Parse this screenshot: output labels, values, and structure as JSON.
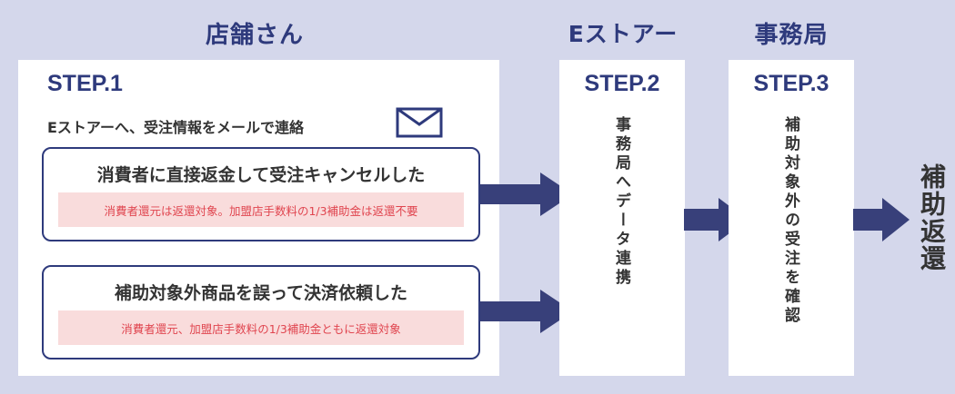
{
  "headers": {
    "store": "店舗さん",
    "estore": "Eストアー",
    "office": "事務局"
  },
  "step1": {
    "label": "STEP.1",
    "notice": "Eストアーへ、受注情報をメールで連絡",
    "mail_icon": "mail-icon",
    "case1": {
      "title": "消費者に直接返金して受注キャンセルした",
      "note": "消費者還元は返還対象。加盟店手数料の1/3補助金は返還不要"
    },
    "case2": {
      "title": "補助対象外商品を誤って決済依頼した",
      "note": "消費者還元、加盟店手数料の1/3補助金ともに返還対象"
    }
  },
  "step2": {
    "label": "STEP.2",
    "text": "事務局へデータ連携"
  },
  "step3": {
    "label": "STEP.3",
    "text": "補助対象外の受注を確認"
  },
  "result": "補助返還",
  "colors": {
    "background": "#d4d7eb",
    "accent": "#2e3a7c",
    "arrow": "#38407a",
    "note_bg": "#f9dcdc",
    "note_text": "#e0454f"
  }
}
